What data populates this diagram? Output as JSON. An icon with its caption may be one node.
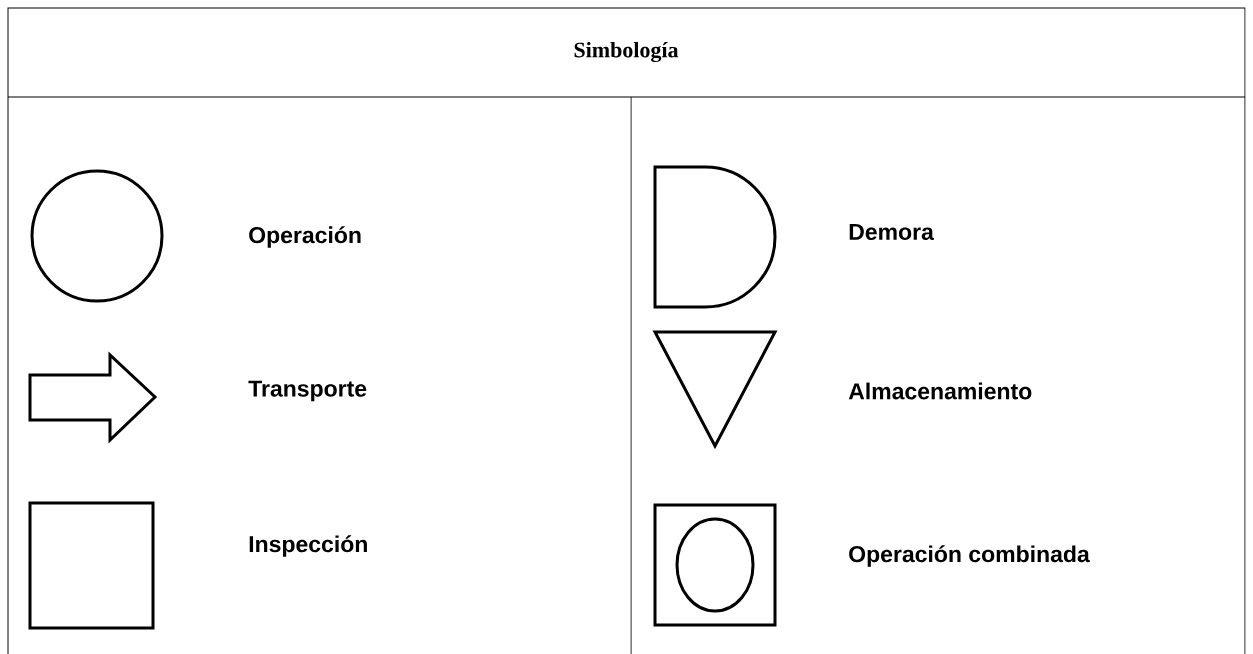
{
  "diagram": {
    "title": "Simbología",
    "legend": [
      {
        "text": "Operación"
      },
      {
        "text": "Transporte"
      },
      {
        "text": "Inspección"
      },
      {
        "text": "Demora"
      },
      {
        "text": "Almacenamiento"
      },
      {
        "text": "Operación combinada"
      }
    ]
  }
}
